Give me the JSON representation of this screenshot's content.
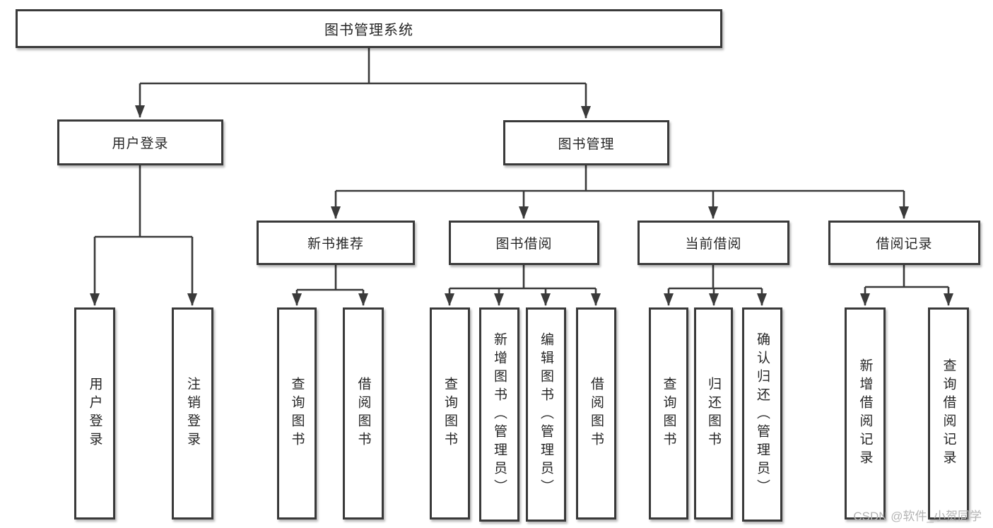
{
  "tree": {
    "root": {
      "label": "图书管理系统"
    },
    "branches": [
      {
        "label": "用户登录",
        "children": [
          {
            "label": "用户登录"
          },
          {
            "label": "注销登录"
          }
        ]
      },
      {
        "label": "图书管理",
        "children": [
          {
            "label": "新书推荐",
            "children": [
              {
                "label": "查询图书"
              },
              {
                "label": "借阅图书"
              }
            ]
          },
          {
            "label": "图书借阅",
            "children": [
              {
                "label": "查询图书"
              },
              {
                "label": "新增图书（管理员）"
              },
              {
                "label": "编辑图书（管理员）"
              },
              {
                "label": "借阅图书"
              }
            ]
          },
          {
            "label": "当前借阅",
            "children": [
              {
                "label": "查询图书"
              },
              {
                "label": "归还图书"
              },
              {
                "label": "确认归还（管理员）"
              }
            ]
          },
          {
            "label": "借阅记录",
            "children": [
              {
                "label": "新增借阅记录"
              },
              {
                "label": "查询借阅记录"
              }
            ]
          }
        ]
      }
    ]
  },
  "watermark": {
    "text": "CSDN @软件_小贺同学"
  },
  "colors": {
    "line": "#3a3a3a",
    "text": "#262626",
    "box_background": "#ffffff",
    "background": "#ffffff",
    "watermark": "#b4b4b4"
  }
}
